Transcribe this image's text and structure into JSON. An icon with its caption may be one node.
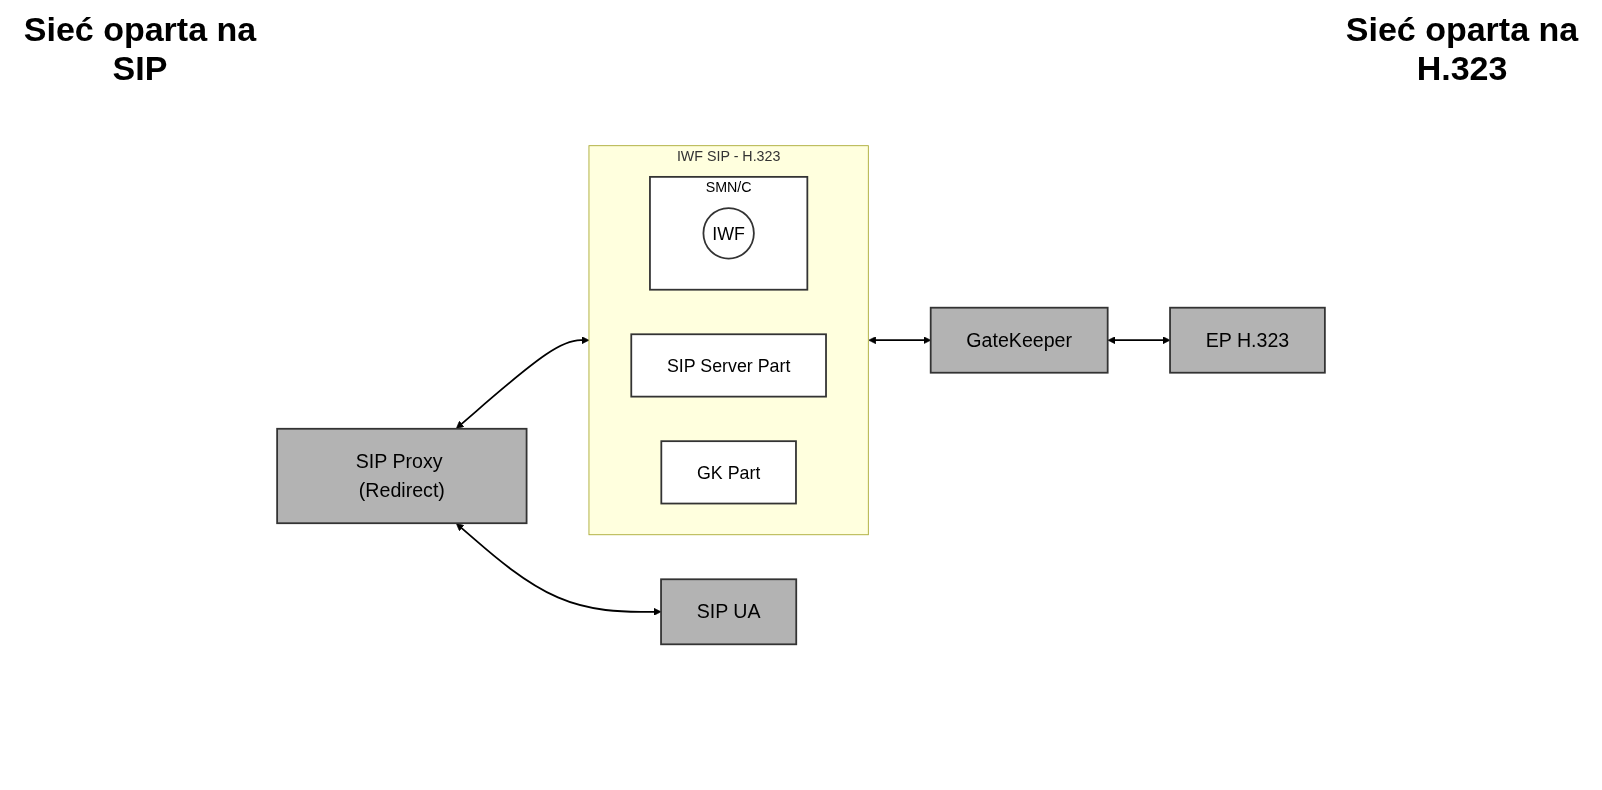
{
  "diagram": {
    "nodes": [
      {
        "text": [
          "SIP Proxy (Redirect)"
        ]
      },
      {
        "text": [
          "SIP UA"
        ]
      },
      {
        "text": [
          "IWF SIP - H.323"
        ]
      },
      {
        "text": [
          "SIP Server Part"
        ],
        "in": 2
      },
      {
        "text": [
          "SMN/C"
        ],
        "in": 2
      },
      {
        "text": [
          "IWF"
        ],
        "in": 4
      },
      {
        "text": [
          "GK Part"
        ],
        "in": 2
      },
      {
        "text": [
          "GateKeeper"
        ]
      },
      {
        "text": [
          "EP H.323"
        ]
      }
    ],
    "edges": [
      {
        "from": 0,
        "to": 2,
        "arrow": "both"
      },
      {
        "from": 0,
        "to": 1,
        "arrow": "both"
      },
      {
        "from": 2,
        "to": 7,
        "arrow": "both"
      },
      {
        "from": 7,
        "to": 8,
        "arrow": "both"
      }
    ],
    "labels": [
      "Sieć oparta na SIP",
      "Sieć oparta na H.323"
    ]
  }
}
